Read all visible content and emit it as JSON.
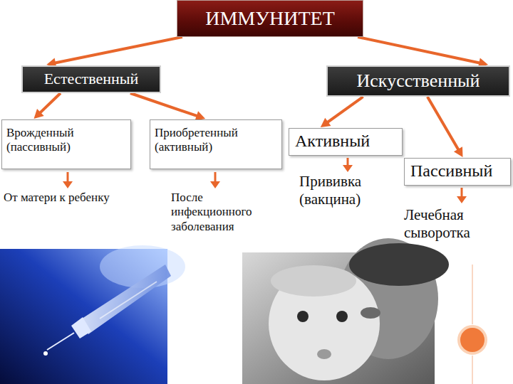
{
  "diagram": {
    "nodes": [
      {
        "text": [
          "ИММУНИТЕТ"
        ]
      },
      {
        "text": [
          "Естественный"
        ]
      },
      {
        "text": [
          "Искусственный"
        ]
      },
      {
        "text": [
          "Врожденный (пассивный)"
        ]
      },
      {
        "text": [
          "Приобретенный (активный)"
        ]
      },
      {
        "text": [
          "Активный"
        ]
      },
      {
        "text": [
          "Пассивный"
        ]
      }
    ],
    "edges": [
      {
        "from": 0,
        "to": 1,
        "arrow": "to"
      },
      {
        "from": 0,
        "to": 2,
        "arrow": "to"
      },
      {
        "from": 1,
        "to": 3,
        "arrow": "to"
      },
      {
        "from": 1,
        "to": 4,
        "arrow": "to"
      },
      {
        "from": 2,
        "to": 5,
        "arrow": "to"
      },
      {
        "from": 2,
        "to": 6,
        "arrow": "to"
      }
    ],
    "labels": [
      "От матери к ребенку",
      "После инфекционного заболевания",
      "Прививка (вакцина)",
      "Лечебная сыворотка"
    ]
  }
}
